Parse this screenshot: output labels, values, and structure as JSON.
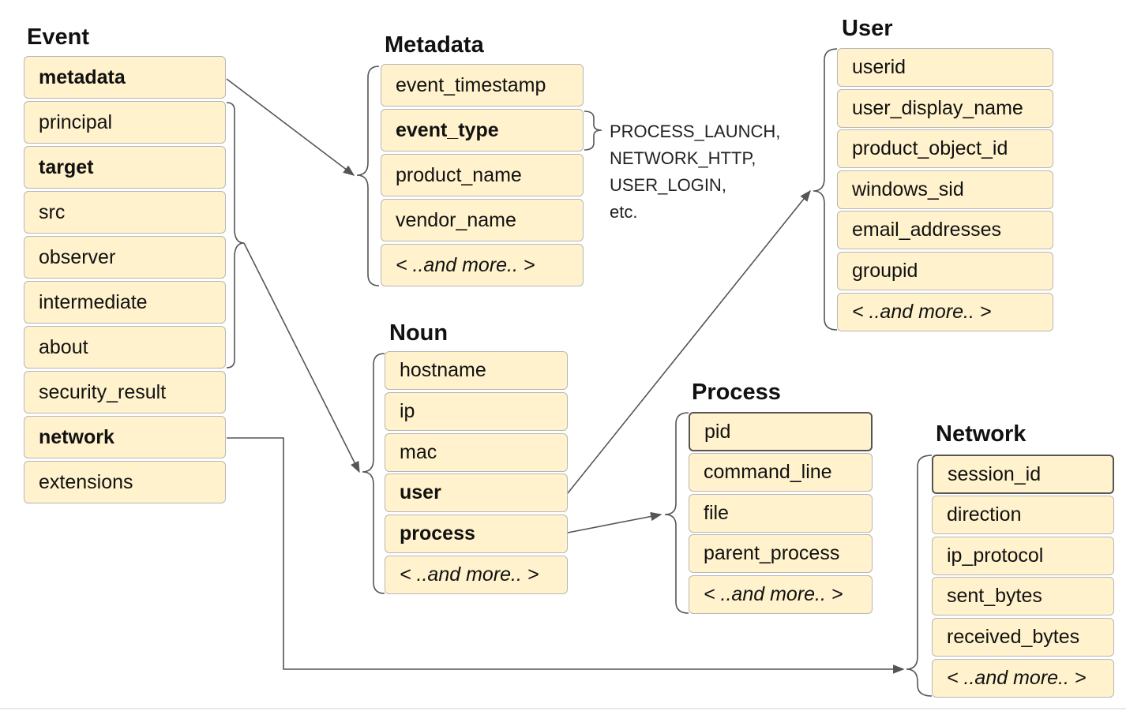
{
  "event": {
    "title": "Event",
    "items": [
      {
        "label": "metadata",
        "bold": true
      },
      {
        "label": "principal",
        "bold": false
      },
      {
        "label": "target",
        "bold": true
      },
      {
        "label": "src",
        "bold": false
      },
      {
        "label": "observer",
        "bold": false
      },
      {
        "label": "intermediate",
        "bold": false
      },
      {
        "label": "about",
        "bold": false
      },
      {
        "label": "security_result",
        "bold": false
      },
      {
        "label": "network",
        "bold": true
      },
      {
        "label": "extensions",
        "bold": false
      }
    ]
  },
  "metadata": {
    "title": "Metadata",
    "items": [
      {
        "label": "event_timestamp"
      },
      {
        "label": "event_type",
        "bold": true
      },
      {
        "label": "product_name"
      },
      {
        "label": "vendor_name"
      },
      {
        "label": "< ..and more.. >",
        "italic": true
      }
    ],
    "event_type_examples": [
      "PROCESS_LAUNCH,",
      "NETWORK_HTTP,",
      "USER_LOGIN,",
      "etc."
    ]
  },
  "noun": {
    "title": "Noun",
    "items": [
      {
        "label": "hostname"
      },
      {
        "label": "ip"
      },
      {
        "label": "mac"
      },
      {
        "label": "user",
        "bold": true
      },
      {
        "label": "process",
        "bold": true
      },
      {
        "label": "< ..and more.. >",
        "italic": true
      }
    ]
  },
  "user": {
    "title": "User",
    "items": [
      {
        "label": "userid"
      },
      {
        "label": "user_display_name"
      },
      {
        "label": "product_object_id"
      },
      {
        "label": "windows_sid"
      },
      {
        "label": "email_addresses"
      },
      {
        "label": "groupid"
      },
      {
        "label": "< ..and more.. >",
        "italic": true
      }
    ]
  },
  "process": {
    "title": "Process",
    "items": [
      {
        "label": "pid"
      },
      {
        "label": "command_line"
      },
      {
        "label": "file"
      },
      {
        "label": "parent_process"
      },
      {
        "label": "< ..and more.. >",
        "italic": true
      }
    ]
  },
  "network": {
    "title": "Network",
    "items": [
      {
        "label": "session_id"
      },
      {
        "label": "direction"
      },
      {
        "label": "ip_protocol"
      },
      {
        "label": "sent_bytes"
      },
      {
        "label": "received_bytes"
      },
      {
        "label": "< ..and more.. >",
        "italic": true
      }
    ]
  },
  "colors": {
    "box_fill": "#fff2cc",
    "box_border": "#b7b7b7",
    "connector": "#555555"
  }
}
